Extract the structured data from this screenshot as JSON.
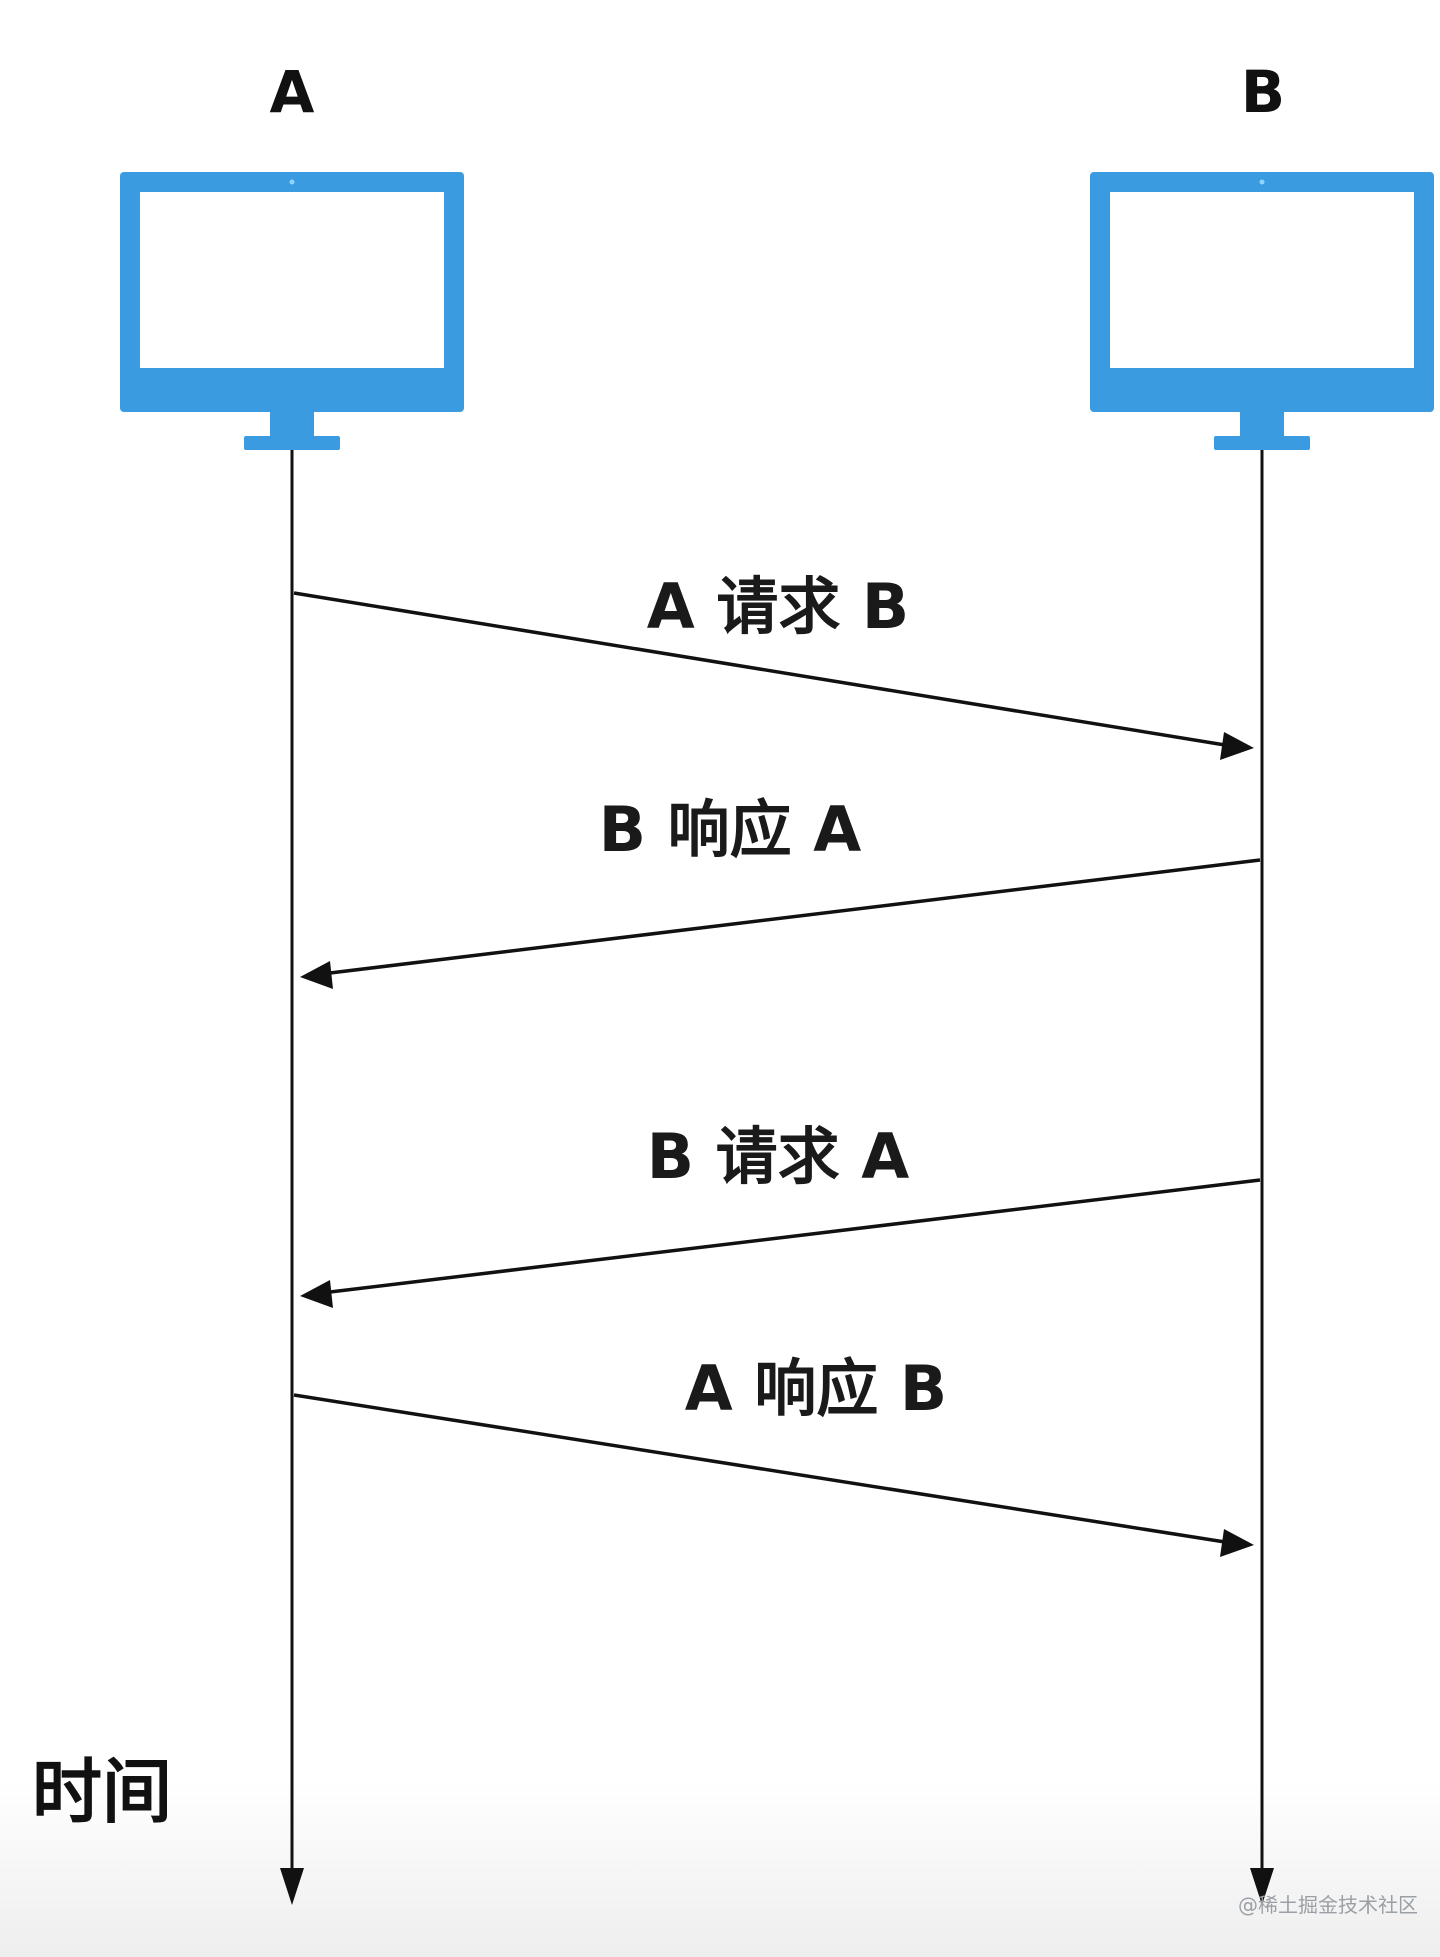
{
  "participants": {
    "a": {
      "label": "A"
    },
    "b": {
      "label": "B"
    }
  },
  "messages": [
    {
      "label": "A 请求 B",
      "from": "A",
      "to": "B"
    },
    {
      "label": "B 响应 A",
      "from": "B",
      "to": "A"
    },
    {
      "label": "B 请求 A",
      "from": "B",
      "to": "A"
    },
    {
      "label": "A 响应 B",
      "from": "A",
      "to": "B"
    }
  ],
  "time_axis": {
    "label": "时间"
  },
  "watermark": {
    "text": "@稀土掘金技术社区"
  },
  "colors": {
    "monitor": "#3a9be0",
    "lines": "#111111",
    "background": "#ffffff"
  },
  "icons": {
    "a": "monitor-icon",
    "b": "monitor-icon"
  }
}
